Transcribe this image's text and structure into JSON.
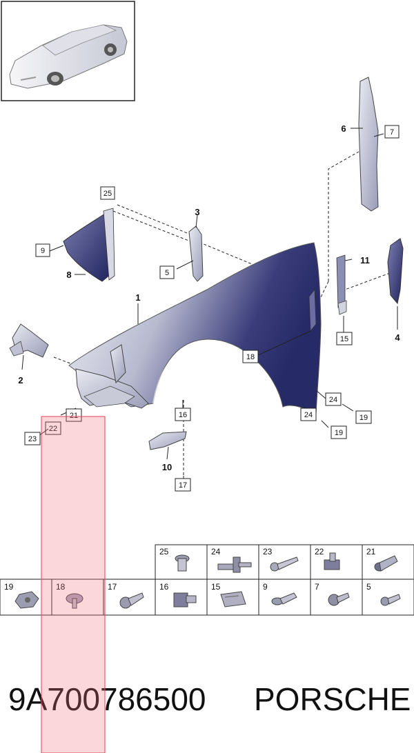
{
  "diagram": {
    "boxed_callouts": [
      "25",
      "9",
      "5",
      "7",
      "15",
      "18",
      "16",
      "24",
      "24",
      "19",
      "19",
      "21",
      "22",
      "23",
      "17"
    ],
    "bold_callouts": [
      "1",
      "2",
      "3",
      "4",
      "6",
      "8",
      "10",
      "11"
    ]
  },
  "fasteners": {
    "top_row": [
      "25",
      "24",
      "23",
      "22",
      "21"
    ],
    "bottom_row": [
      "19",
      "18",
      "17",
      "16",
      "15",
      "9",
      "7",
      "5"
    ]
  },
  "highlight": {
    "color": "#f06a7a",
    "part": "22"
  },
  "footer": {
    "part_number": "9A700786500",
    "brand": "PORSCHE"
  },
  "colors": {
    "fender_dark": "#2a2d6e",
    "fender_light": "#eef0f6",
    "line": "#222222"
  }
}
